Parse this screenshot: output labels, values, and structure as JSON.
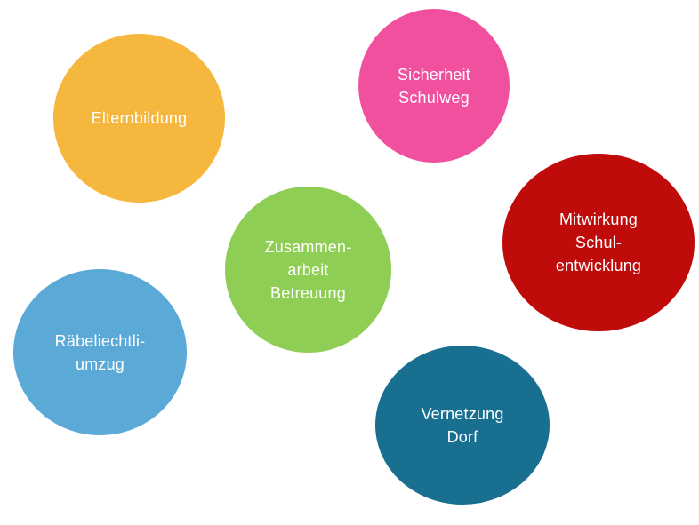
{
  "canvas": {
    "background": "#ffffff",
    "label_color": "#ffffff"
  },
  "bubbles": [
    {
      "name": "elternbildung",
      "color": "#f6b73e",
      "lines": [
        "Elternbildung"
      ]
    },
    {
      "name": "sicherheit-schulweg",
      "color": "#f0509d",
      "lines": [
        "Sicherheit",
        "Schulweg"
      ]
    },
    {
      "name": "zusammenarbeit-betreuung",
      "color": "#8fce54",
      "lines": [
        "Zusammen-",
        "arbeit",
        "Betreuung"
      ]
    },
    {
      "name": "mitwirkung-schulentwicklung",
      "color": "#c00b0b",
      "lines": [
        "Mitwirkung",
        "Schul-",
        "entwicklung"
      ]
    },
    {
      "name": "raebeliechtli-umzug",
      "color": "#5aa9d6",
      "lines": [
        "Räbeliechtli-",
        "umzug"
      ]
    },
    {
      "name": "vernetzung-dorf",
      "color": "#186f90",
      "lines": [
        "Vernetzung",
        "Dorf"
      ]
    }
  ]
}
